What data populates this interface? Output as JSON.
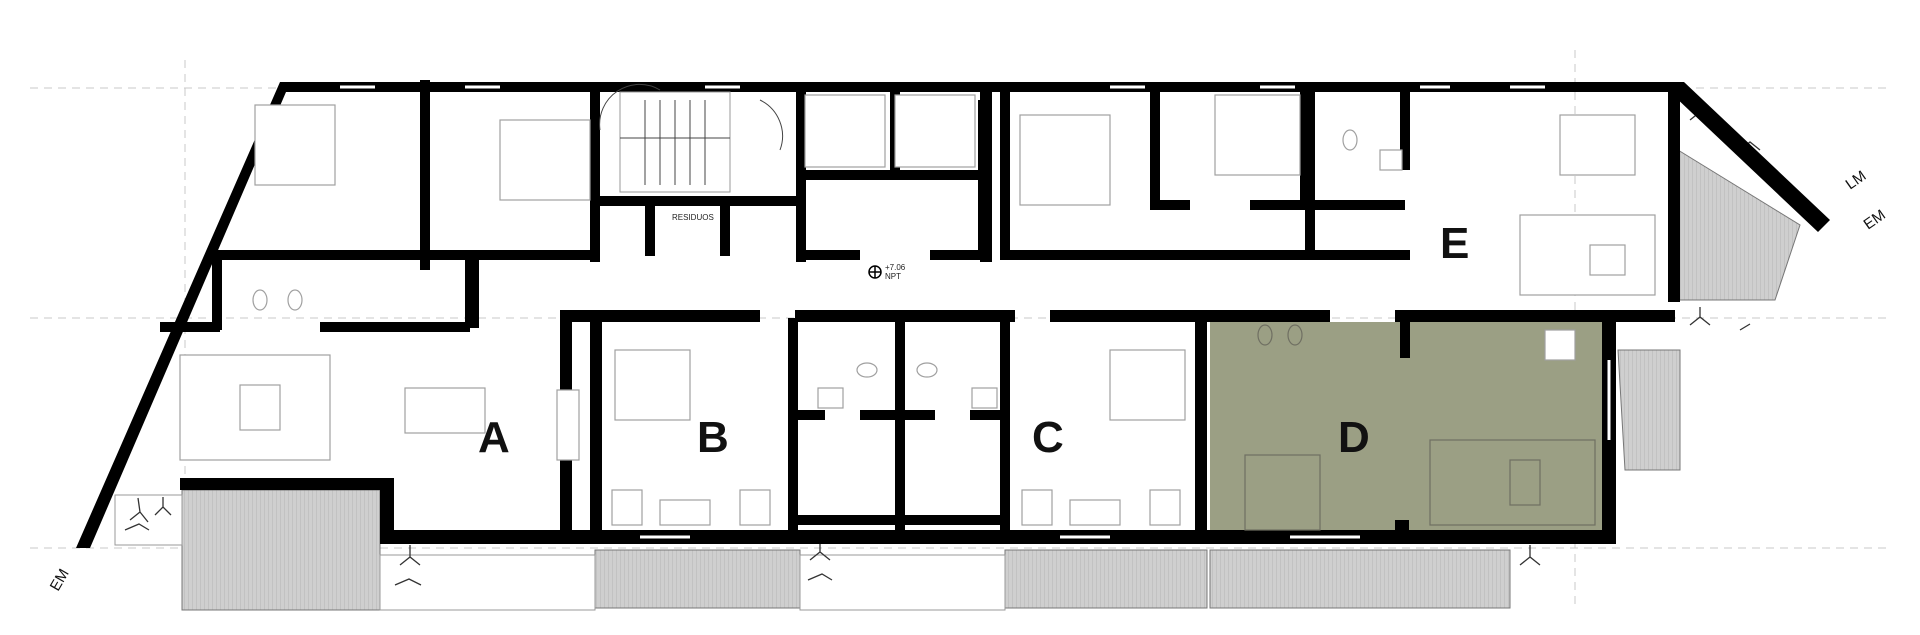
{
  "units": [
    {
      "label": "A",
      "highlighted": false
    },
    {
      "label": "B",
      "highlighted": false
    },
    {
      "label": "C",
      "highlighted": false
    },
    {
      "label": "D",
      "highlighted": true
    },
    {
      "label": "E",
      "highlighted": false
    }
  ],
  "room_labels": {
    "residuos": "RESIDUOS"
  },
  "level_mark": "+7.06",
  "level_sub": "NPT",
  "edge_labels": {
    "em_left": "EM",
    "lm_right": "LM",
    "em_right": "EM"
  },
  "colors": {
    "wall": "#000000",
    "highlight": "#9b9f84",
    "terrace": "#c9c9c9"
  },
  "icons": [
    "stair-icon",
    "elevator-icon",
    "plant-icon",
    "level-marker-icon",
    "toilet-icon",
    "sink-icon",
    "bed-icon",
    "sofa-icon",
    "table-icon"
  ]
}
